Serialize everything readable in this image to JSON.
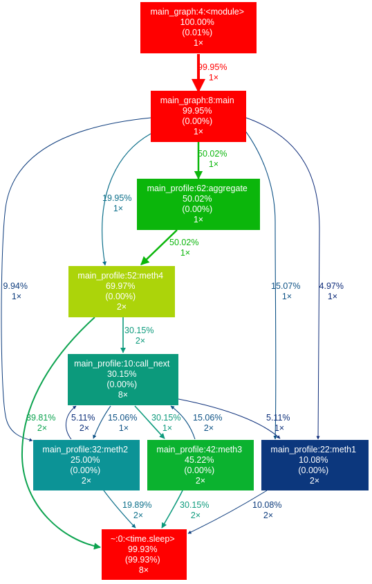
{
  "nodes": {
    "module": {
      "lines": [
        "main_graph:4:<module>",
        "100.00%",
        "(0.01%)",
        "1×"
      ],
      "fill": "#ff0000",
      "text": "#ffffff"
    },
    "main": {
      "lines": [
        "main_graph:8:main",
        "99.95%",
        "(0.00%)",
        "1×"
      ],
      "fill": "#ff0000",
      "text": "#ffffff"
    },
    "aggregate": {
      "lines": [
        "main_profile:62:aggregate",
        "50.02%",
        "(0.00%)",
        "1×"
      ],
      "fill": "#0bb60b",
      "text": "#ffffff"
    },
    "meth4": {
      "lines": [
        "main_profile:52:meth4",
        "69.97%",
        "(0.00%)",
        "2×"
      ],
      "fill": "#acd40a",
      "text": "#ffffff"
    },
    "call_next": {
      "lines": [
        "main_profile:10:call_next",
        "30.15%",
        "(0.00%)",
        "8×"
      ],
      "fill": "#0c9a7c",
      "text": "#ffffff"
    },
    "meth2": {
      "lines": [
        "main_profile:32:meth2",
        "25.00%",
        "(0.00%)",
        "2×"
      ],
      "fill": "#0c9396",
      "text": "#ffffff"
    },
    "meth3": {
      "lines": [
        "main_profile:42:meth3",
        "45.22%",
        "(0.00%)",
        "2×"
      ],
      "fill": "#0bb22f",
      "text": "#ffffff"
    },
    "meth1": {
      "lines": [
        "main_profile:22:meth1",
        "10.08%",
        "(0.00%)",
        "2×"
      ],
      "fill": "#0c377d",
      "text": "#ffffff"
    },
    "sleep": {
      "lines": [
        "~:0:<time.sleep>",
        "99.93%",
        "(99.93%)",
        "8×"
      ],
      "fill": "#ff0000",
      "text": "#ffffff"
    }
  },
  "edges": {
    "module_main": {
      "lines": [
        "99.95%",
        "1×"
      ],
      "color": "#ff0000"
    },
    "main_aggregate": {
      "lines": [
        "50.02%",
        "1×"
      ],
      "color": "#0bb60b"
    },
    "main_meth4": {
      "lines": [
        "19.95%",
        "1×"
      ],
      "color": "#0c6f8a"
    },
    "main_meth2": {
      "lines": [
        "9.94%",
        "1×"
      ],
      "color": "#0c3b7c"
    },
    "main_meth3": {
      "lines": [
        "15.07%",
        "1×"
      ],
      "color": "#0c5185"
    },
    "main_meth1": {
      "lines": [
        "4.97%",
        "1×"
      ],
      "color": "#0c2a78"
    },
    "aggregate_meth4": {
      "lines": [
        "50.02%",
        "1×"
      ],
      "color": "#0bb60b"
    },
    "meth4_call_next": {
      "lines": [
        "30.15%",
        "2×"
      ],
      "color": "#0c9a7c"
    },
    "meth4_sleep": {
      "lines": [
        "39.81%",
        "2×"
      ],
      "color": "#0ca34f"
    },
    "meth2_call_next": {
      "lines": [
        "5.11%",
        "2×"
      ],
      "color": "#0c2f7a"
    },
    "call_next_meth2": {
      "lines": [
        "15.06%",
        "1×"
      ],
      "color": "#0c5185"
    },
    "call_next_meth3": {
      "lines": [
        "30.15%",
        "1×"
      ],
      "color": "#0c9a7c"
    },
    "meth3_call_next": {
      "lines": [
        "15.06%",
        "2×"
      ],
      "color": "#0c5185"
    },
    "call_next_meth1": {
      "lines": [
        "5.11%",
        "1×"
      ],
      "color": "#0c2f7a"
    },
    "meth2_sleep": {
      "lines": [
        "19.89%",
        "2×"
      ],
      "color": "#0c6f8a"
    },
    "meth3_sleep": {
      "lines": [
        "30.15%",
        "2×"
      ],
      "color": "#0c9a7c"
    },
    "meth1_sleep": {
      "lines": [
        "10.08%",
        "2×"
      ],
      "color": "#0c3b7c"
    }
  }
}
